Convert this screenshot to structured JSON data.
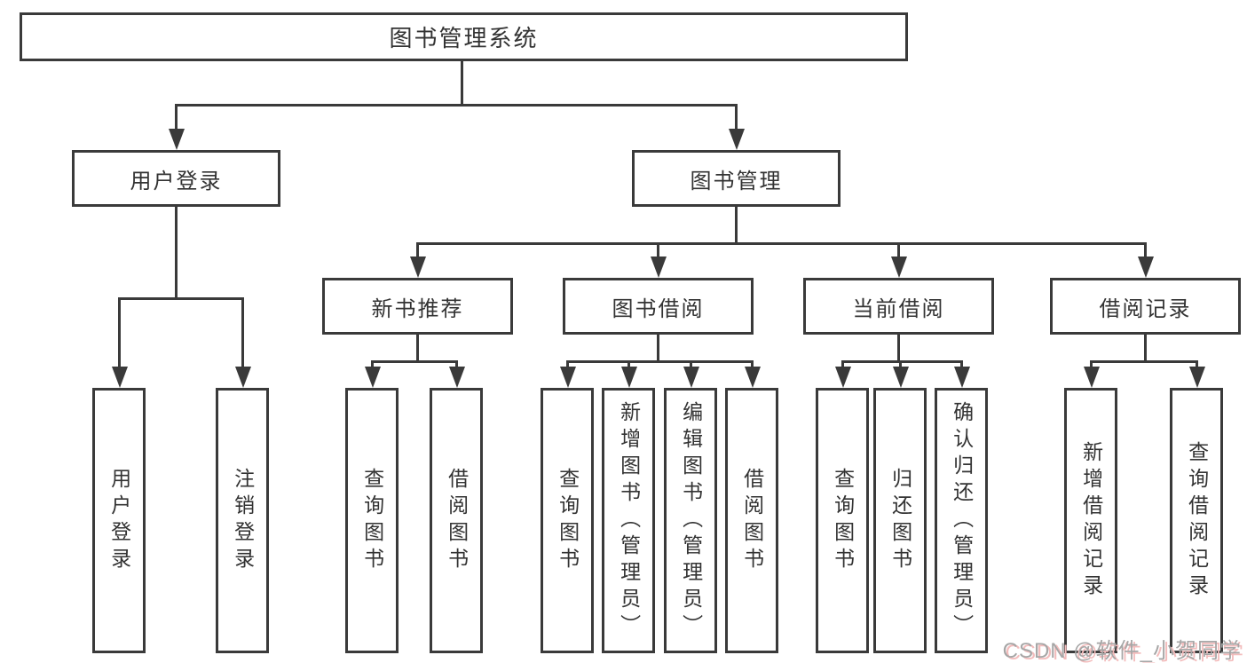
{
  "colors": {
    "line": "#3a3a3a",
    "text": "#333333",
    "background": "#ffffff",
    "box_fill": "#ffffff",
    "watermark": "#a6a6a6",
    "watermark_shadow": "#f3bcbc"
  },
  "tree": {
    "root": {
      "label": "图书管理系统"
    },
    "level2": [
      {
        "label": "用户登录",
        "children": [
          "用户登录",
          "注销登录"
        ]
      },
      {
        "label": "图书管理",
        "children": [
          {
            "label": "新书推荐",
            "children": [
              "查询图书",
              "借阅图书"
            ]
          },
          {
            "label": "图书借阅",
            "children": [
              "查询图书",
              "新增图书（管理员）",
              "编辑图书（管理员）",
              "借阅图书"
            ]
          },
          {
            "label": "当前借阅",
            "children": [
              "查询图书",
              "归还图书",
              "确认归还（管理员）"
            ]
          },
          {
            "label": "借阅记录",
            "children": [
              "新增借阅记录",
              "查询借阅记录"
            ]
          }
        ]
      }
    ]
  },
  "watermark": {
    "text": "CSDN @软件_小贺同学"
  }
}
